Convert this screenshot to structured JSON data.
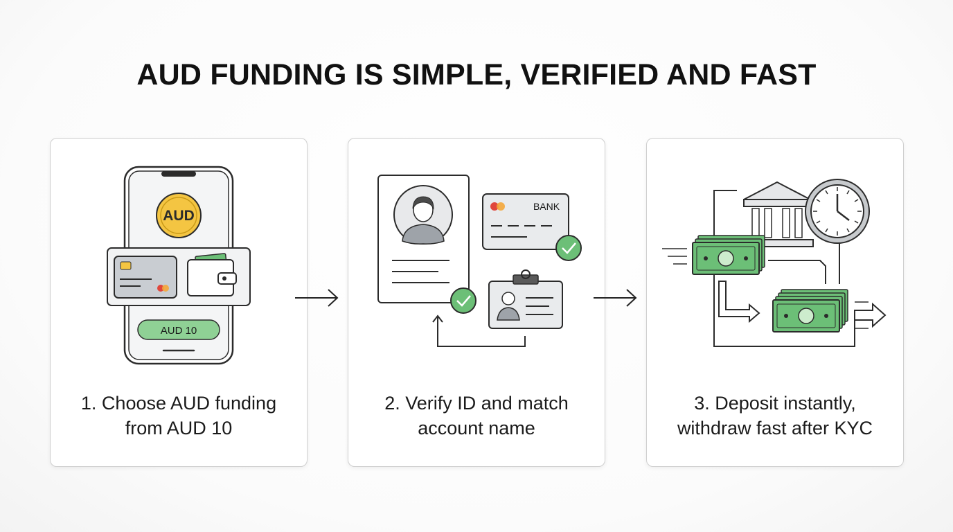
{
  "title": "AUD FUNDING IS SIMPLE, VERIFIED AND FAST",
  "steps": [
    {
      "line1": "1. Choose AUD funding",
      "line2": "from AUD 10",
      "coin_label": "AUD",
      "button_label": "AUD 10"
    },
    {
      "line1": "2. Verify ID and match",
      "line2": "account name",
      "bank_label": "BANK"
    },
    {
      "line1": "3. Deposit instantly,",
      "line2": "withdraw fast after KYC"
    }
  ],
  "colors": {
    "green": "#6cbf77",
    "green_light": "#cdeccd",
    "gold": "#f4c542",
    "card_gray": "#c9cdd2",
    "stroke": "#2b2b2b"
  }
}
